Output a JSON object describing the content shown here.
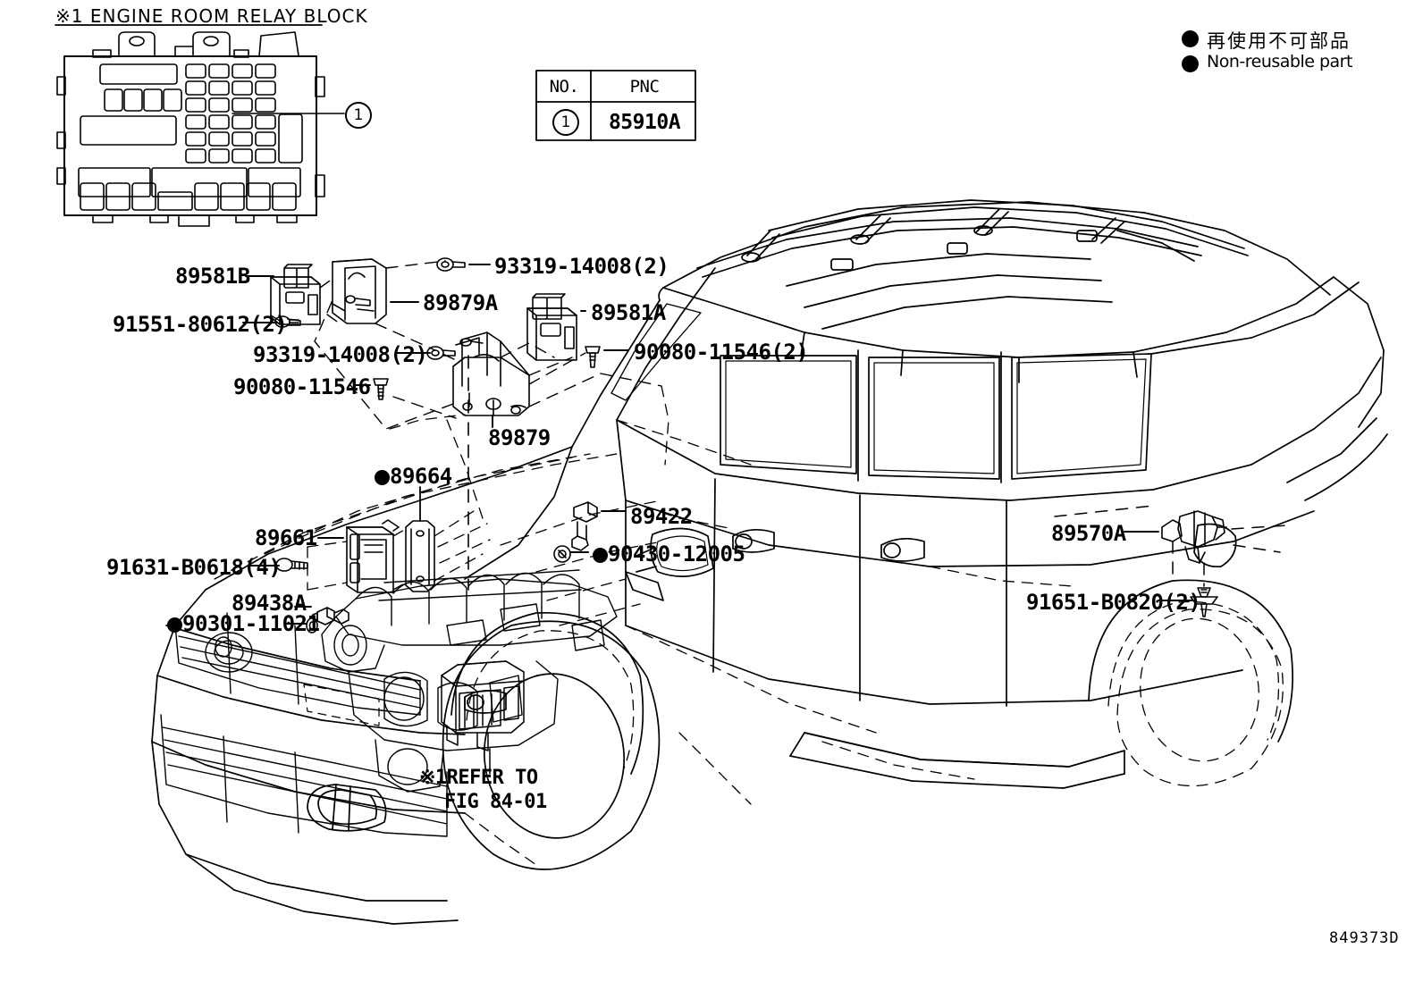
{
  "diagram": {
    "code": "849373D",
    "detail_title": "※1 ENGINE ROOM RELAY BLOCK",
    "callout_number": "1",
    "refer_note_line1": "※1REFER TO",
    "refer_note_line2": "FIG 84-01"
  },
  "table": {
    "headers": [
      "NO.",
      "PNC"
    ],
    "rows": [
      {
        "no": "1",
        "pnc": "85910A"
      }
    ]
  },
  "legend": {
    "japanese": "再使用不可部品",
    "english": "Non-reusable part"
  },
  "parts": [
    {
      "id": "89581B",
      "label": "89581B",
      "nonreusable": false
    },
    {
      "id": "91551-80612",
      "label": "91551-80612(2)",
      "nonreusable": false
    },
    {
      "id": "93319-14008-a",
      "label": "93319-14008(2)",
      "nonreusable": false
    },
    {
      "id": "93319-14008-b",
      "label": "93319-14008(2)",
      "nonreusable": false
    },
    {
      "id": "90080-11546",
      "label": "90080-11546",
      "nonreusable": false
    },
    {
      "id": "89879A",
      "label": "89879A",
      "nonreusable": false
    },
    {
      "id": "89581A",
      "label": "89581A",
      "nonreusable": false
    },
    {
      "id": "90080-11546-2",
      "label": "90080-11546(2)",
      "nonreusable": false
    },
    {
      "id": "89879",
      "label": "89879",
      "nonreusable": false
    },
    {
      "id": "89664",
      "label": "89664",
      "nonreusable": true
    },
    {
      "id": "89661",
      "label": "89661",
      "nonreusable": false
    },
    {
      "id": "91631-B0618",
      "label": "91631-B0618(4)",
      "nonreusable": false
    },
    {
      "id": "89438A",
      "label": "89438A",
      "nonreusable": false
    },
    {
      "id": "90301-11021",
      "label": "90301-11021",
      "nonreusable": true
    },
    {
      "id": "89422",
      "label": "89422",
      "nonreusable": false
    },
    {
      "id": "90430-12005",
      "label": "90430-12005",
      "nonreusable": true
    },
    {
      "id": "89570A",
      "label": "89570A",
      "nonreusable": false
    },
    {
      "id": "91651-B0820",
      "label": "91651-B0820(2)",
      "nonreusable": false
    }
  ],
  "colors": {
    "line": "#000000",
    "background": "#ffffff"
  }
}
